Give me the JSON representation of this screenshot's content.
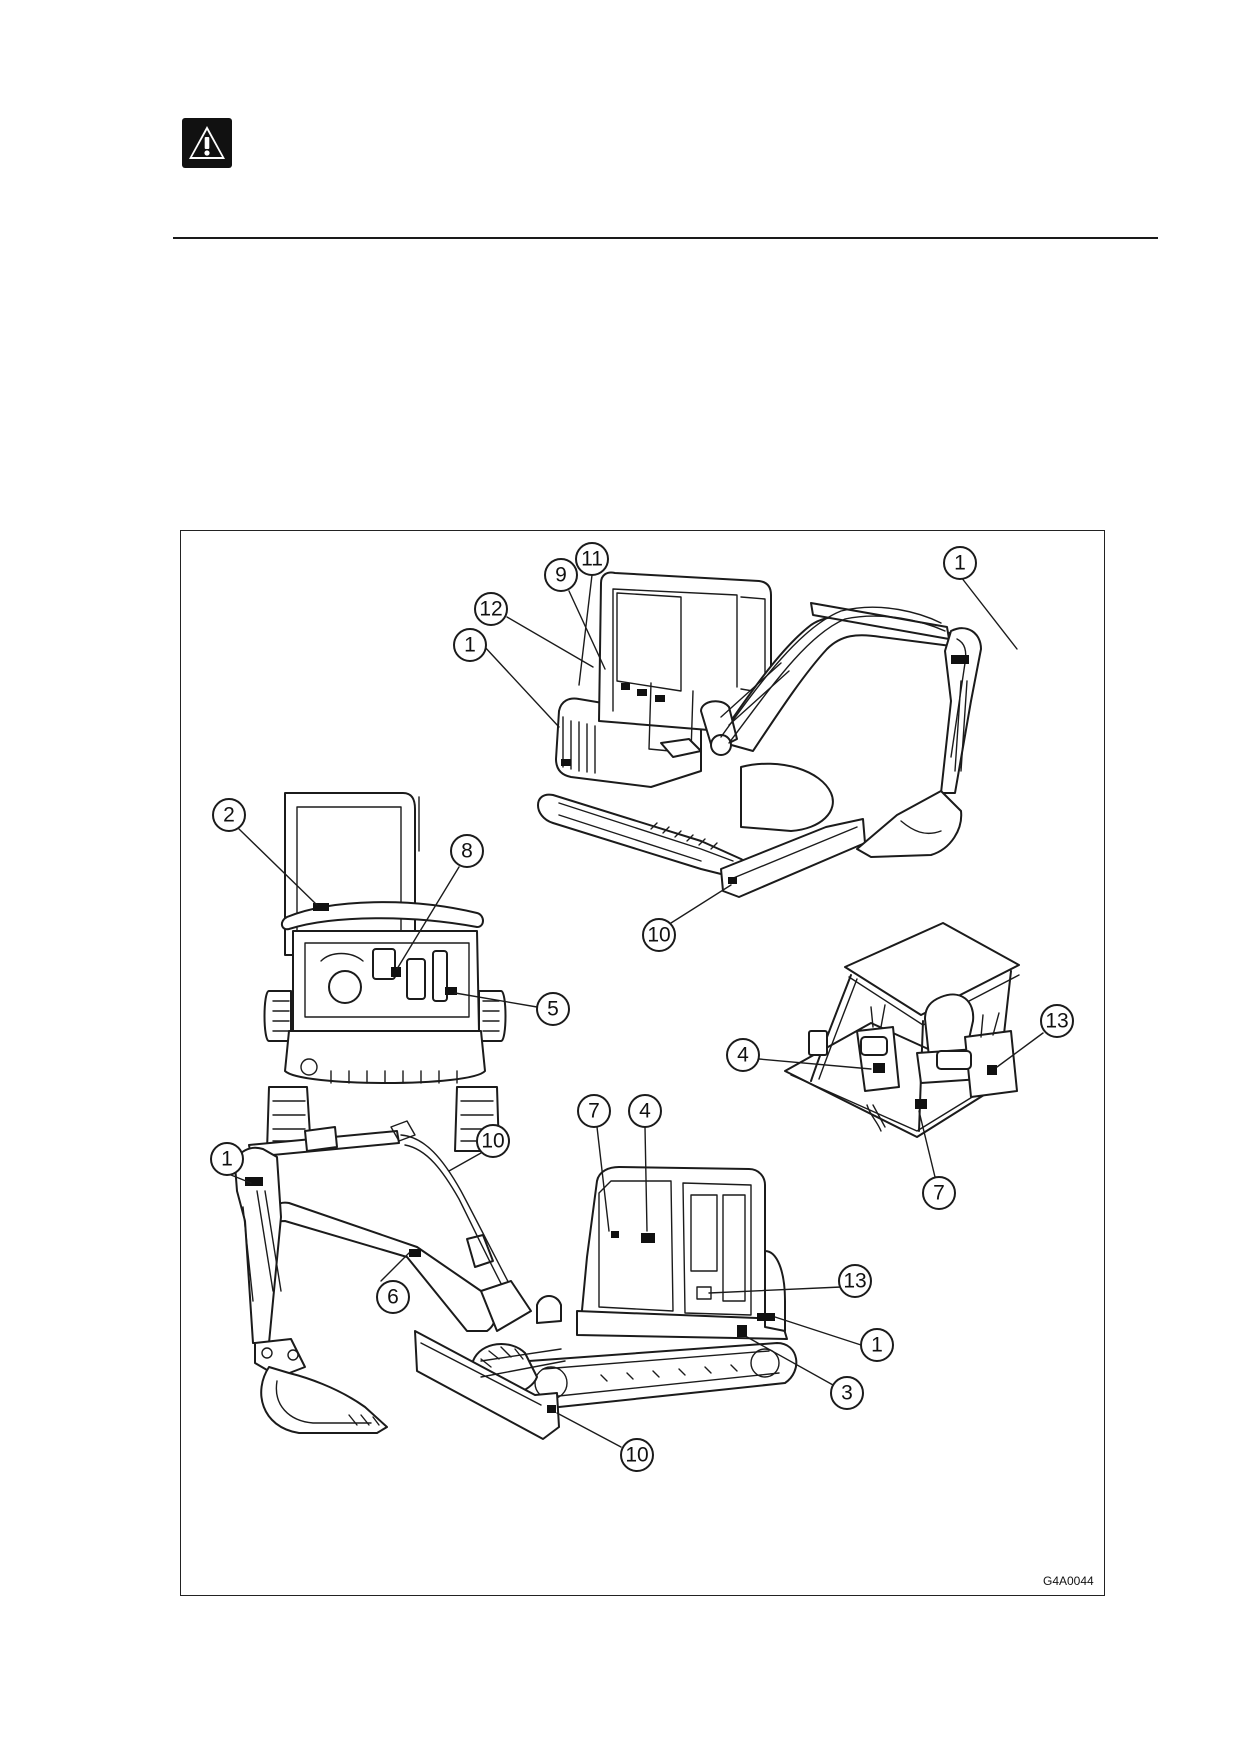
{
  "header": {
    "warning_symbol": "warning-triangle-icon"
  },
  "figure": {
    "reference_code": "G4A0044",
    "callouts": {
      "top_view": [
        "11",
        "9",
        "12",
        "1",
        "1",
        "10"
      ],
      "rear_view": [
        "2",
        "8",
        "5"
      ],
      "cab_view": [
        "4",
        "13",
        "7"
      ],
      "side_view": [
        "7",
        "4",
        "10",
        "1",
        "13",
        "6",
        "1",
        "3",
        "10"
      ]
    }
  }
}
